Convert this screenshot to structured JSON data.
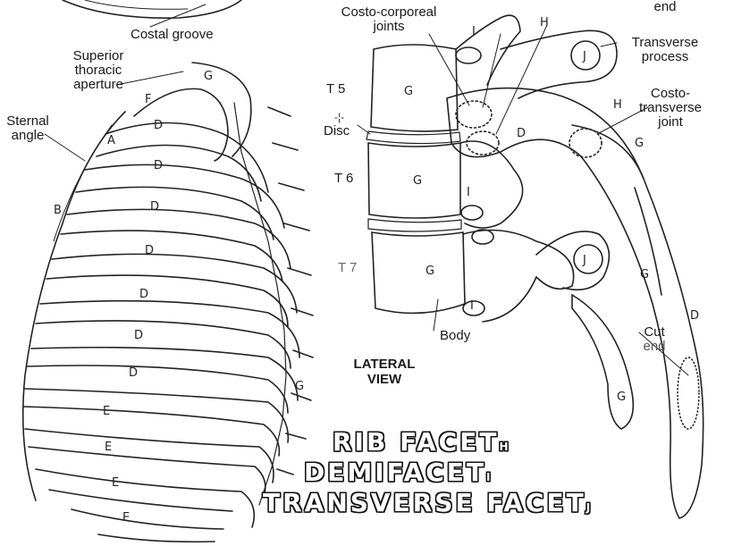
{
  "labels": {
    "end_top": "end",
    "costal_groove": "Costal groove",
    "superior_1": "Superior",
    "superior_2": "thoracic",
    "superior_3": "aperture",
    "sternal_1": "Sternal",
    "sternal_2": "angle",
    "costo_corporeal_1": "Costo-corporeal",
    "costo_corporeal_2": "joints",
    "transverse_1": "Transverse",
    "transverse_2": "process",
    "ct_1": "Costo-",
    "ct_2": "transverse",
    "ct_3": "joint",
    "t5": "T 5",
    "disc": "Disc",
    "t6": "T 6",
    "t7": "T 7",
    "body": "Body",
    "cut_1": "Cut",
    "cut_2": "end",
    "lateral_1": "LATERAL",
    "lateral_2": "VIEW"
  },
  "markers": {
    "a": "A",
    "b": "B",
    "d": "D",
    "e": "E",
    "f": "F",
    "g": "G",
    "h": "H",
    "i": "I",
    "j": "J"
  },
  "title": {
    "rib_facet": "RIB FACET",
    "rib_facet_tag": "H",
    "demifacet": "DEMIFACET",
    "demifacet_tag": "I",
    "transverse_facet": "TRANSVERSE FACET",
    "transverse_facet_tag": "J"
  }
}
